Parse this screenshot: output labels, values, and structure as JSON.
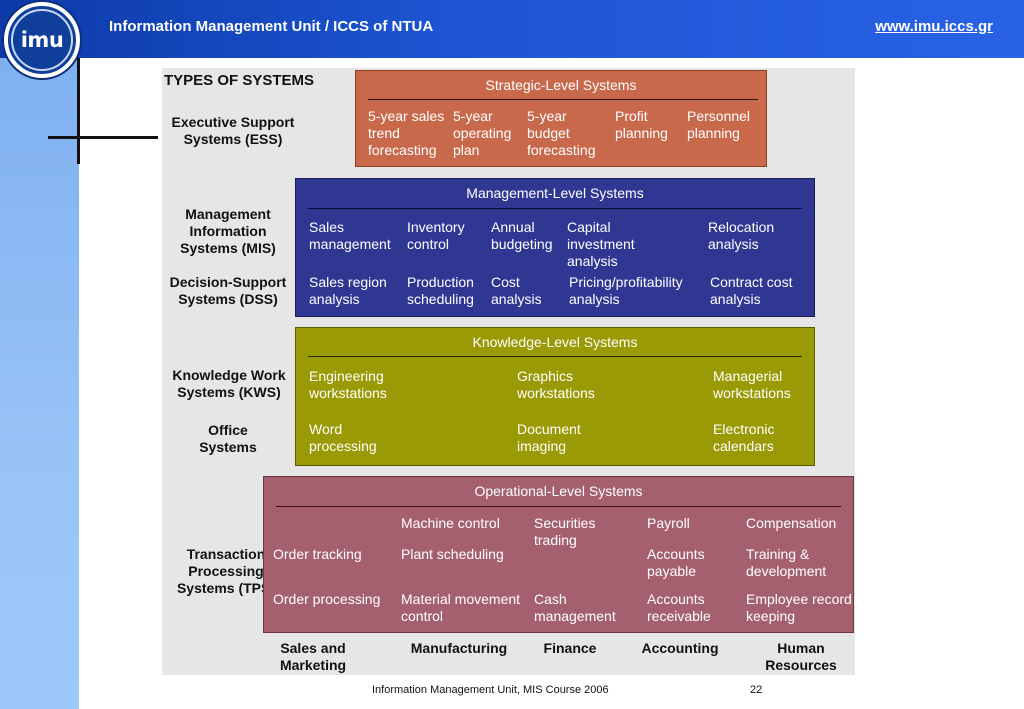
{
  "header": {
    "logo_text": "imu",
    "title": "Information Management Unit / ICCS of NTUA",
    "url": "www.imu.iccs.gr"
  },
  "diagram": {
    "title": "TYPES OF SYSTEMS",
    "row_labels": {
      "ess": "Executive Support Systems (ESS)",
      "mis": "Management Information Systems (MIS)",
      "dss": "Decision-Support Systems (DSS)",
      "kws": "Knowledge Work Systems (KWS)",
      "office": "Office Systems",
      "tps": "Transaction Processing Systems (TPS)"
    },
    "strategic": {
      "title": "Strategic-Level Systems",
      "items": [
        "5-year sales trend forecasting",
        "5-year operating plan",
        "5-year budget forecasting",
        "Profit planning",
        "Personnel planning"
      ]
    },
    "management": {
      "title": "Management-Level Systems",
      "mis_items": [
        "Sales management",
        "Inventory control",
        "Annual budgeting",
        "Capital investment analysis",
        "Relocation analysis"
      ],
      "dss_items": [
        "Sales region analysis",
        "Production scheduling",
        "Cost analysis",
        "Pricing/profitability analysis",
        "Contract cost analysis"
      ]
    },
    "knowledge": {
      "title": "Knowledge-Level Systems",
      "kws_items": [
        "Engineering workstations",
        "Graphics workstations",
        "Managerial workstations"
      ],
      "office_items": [
        "Word processing",
        "Document imaging",
        "Electronic calendars"
      ]
    },
    "operational": {
      "title": "Operational-Level Systems",
      "row1": [
        "Machine control",
        "Securities trading",
        "Payroll",
        "Compensation"
      ],
      "row2": [
        "Order tracking",
        "Plant scheduling",
        "Accounts payable",
        "Training & development"
      ],
      "row3": [
        "Order processing",
        "Material movement control",
        "Cash management",
        "Accounts receivable",
        "Employee record keeping"
      ]
    },
    "functional_areas": [
      "Sales and Marketing",
      "Manufacturing",
      "Finance",
      "Accounting",
      "Human Resources"
    ]
  },
  "footer": {
    "text": "Information Management Unit, MIS Course 2006",
    "page": "22"
  }
}
